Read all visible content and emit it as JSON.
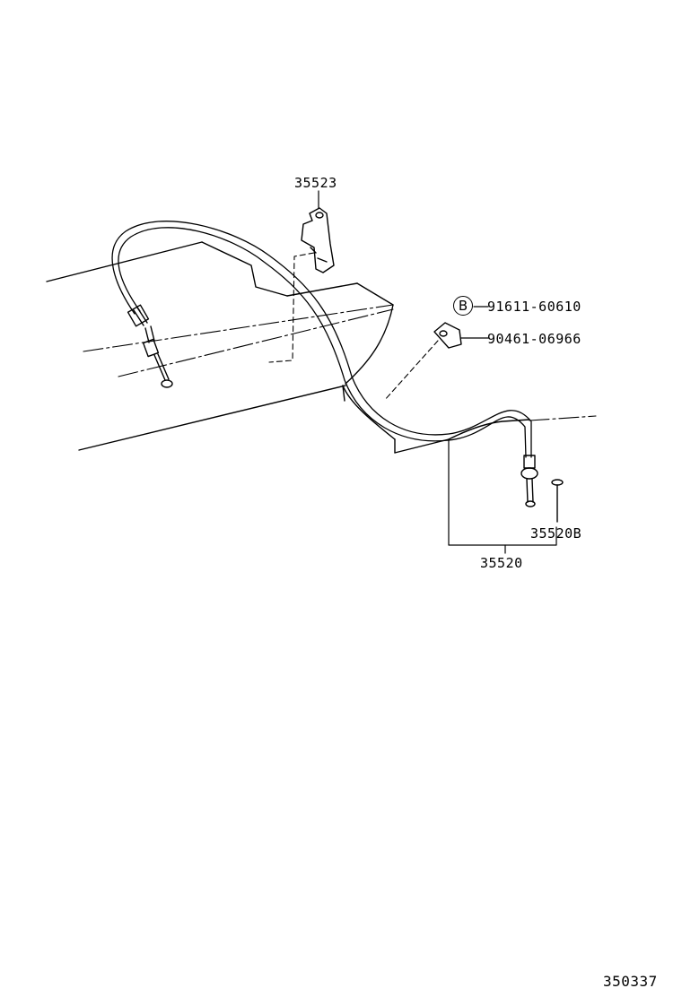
{
  "diagram": {
    "figure_number": "350337",
    "parts": {
      "bracket": "35523",
      "bolt_code": "B",
      "bolt": "91611-60610",
      "clamp": "90461-06966",
      "cable_assembly": "35520",
      "cable_sub_part": "35520B"
    }
  }
}
